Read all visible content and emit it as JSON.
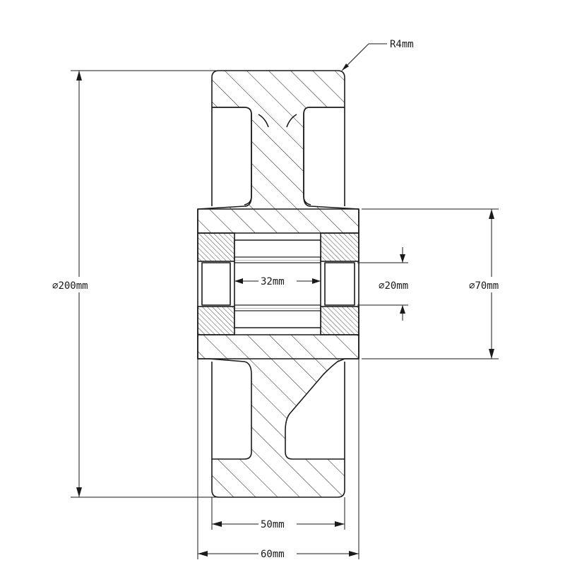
{
  "drawing": {
    "labels": {
      "radius": "R4mm",
      "outer_diameter": "200mm",
      "hub_diameter": "70mm",
      "bore_diameter": "20mm",
      "bore_length": "32mm",
      "tread_width": "50mm",
      "hub_width": "60mm"
    },
    "diameter_symbol": "∅",
    "colors": {
      "line": "#1a1a1a",
      "background": "#ffffff"
    }
  }
}
